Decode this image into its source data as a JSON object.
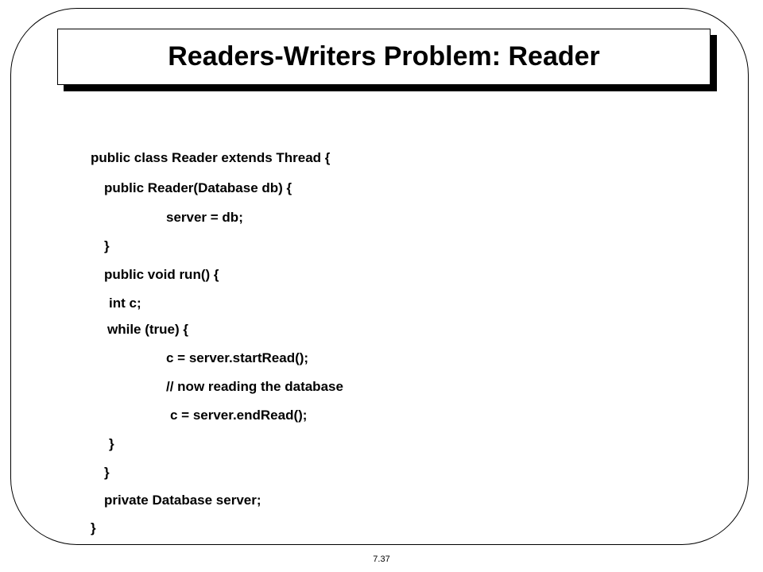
{
  "slide": {
    "title": "Readers-Writers Problem: Reader",
    "code_lines": [
      "public class Reader extends Thread {",
      "public Reader(Database db) {",
      "server = db;",
      "}",
      "public void run() {",
      "int c;",
      "while (true) {",
      "c = server.startRead();",
      "// now reading the database",
      "c = server.endRead();",
      "}",
      "}",
      "private Database server;",
      "}"
    ],
    "page_number": "7.37"
  }
}
